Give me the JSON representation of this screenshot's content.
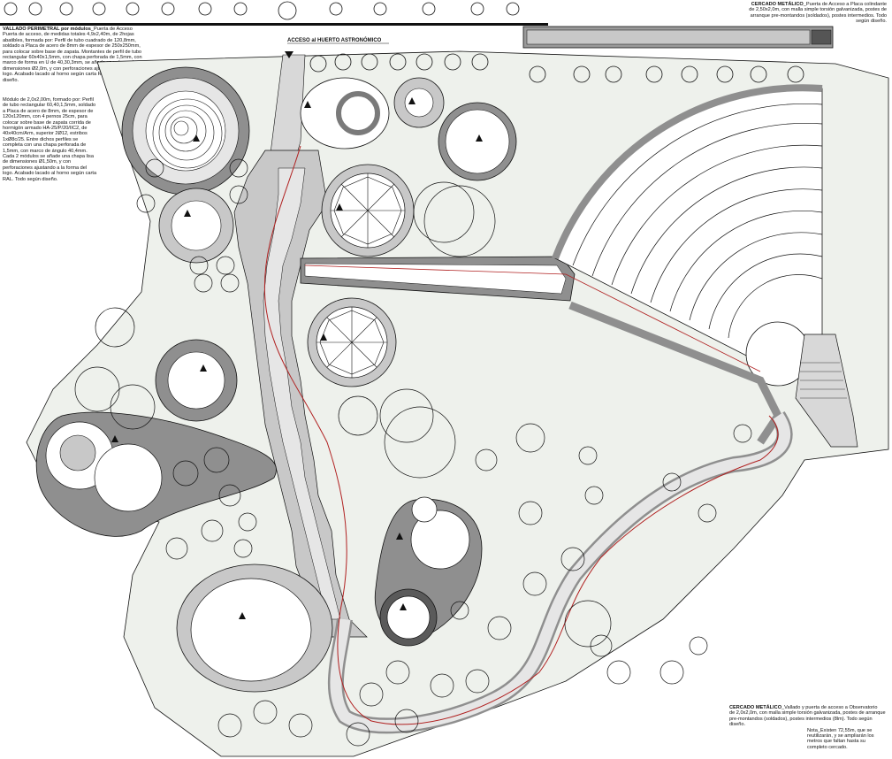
{
  "notes": {
    "vallado": {
      "title": "VALLADO PERIMETRAL por módulos",
      "subtitle": "_Puerta de Acceso",
      "body": "Puerta de acceso, de medidas totales 4,9x2,40m, de 2hojas abatibles, formada por: Perfil de tubo cuadrado de 120,8mm, soldado a Placa de acero de 8mm de espesor de 250x250mm, para colocar sobre base de zapata. Montantes de perfil de tubo rectangular 60x40x1,5mm, con chapa perforada de 1,5mm, con marco de forma en U de 40,30,3mm, se añade una chapa de dimensiones Ø2,0m, y con perforaciones ajustando a la forma del logo. Acabado lacado al horno según carta RAL. Todo según diseño.",
      "body2": "Módulo de 2,0x2,00m, formado por: Perfil de tubo rectangular 60,40,1,5mm, soldado a Placa de acero de 8mm, de espesor de 120x120mm, con 4 pernos 25cm, para colocar sobre base de zapata corrida de hormigón armado HA-25/P/20/IIC2, de 40x40cm/Arm, superior 2Ø12, estribos 1xØ8c/25. Entre dichos perfiles se completa con una chapa perforada de 1,5mm, con marco de ángulo 40,4mm. Cada 2 módulos se añade una chapa lisa de dimensiones Ø1,50m, y con perforaciones ajustando a la forma del logo. Acabado lacado al horno según carta RAL. Todo según diseño."
    },
    "cercado_top": {
      "title": "CERCADO METÁLICO",
      "body": "_Puerta de Acceso a Placa colindante de 2,50x2,0m, con malla simple torsión galvanizada, postes de arranque pre-montandos (soldados), postes intermedios. Todo según diseño."
    },
    "cercado_bottom": {
      "title": "CERCADO METÁLICO",
      "subtitle": "_Vallado y puerta de acceso a Observatorio",
      "body": "de 2,0x2,0m, con malla simple torsión galvanizada, postes de arranque pre-montandos (soldados), postes intermedios (8lm). Todo según diseño.",
      "nota": "Nota_Existen 72,55m, que se reutilizarán, y se ampliarán los metros que faltan hasta su completo cercado."
    }
  },
  "acceso_label": "ACCESO al HUERTO ASTRONÓMICO",
  "colors": {
    "ink": "#111111",
    "fill_light": "#e6e6e6",
    "fill_mid": "#c8c8c8",
    "fill_dark": "#8f8f8f",
    "ground": "#eef1ec",
    "route": "#b02020"
  }
}
